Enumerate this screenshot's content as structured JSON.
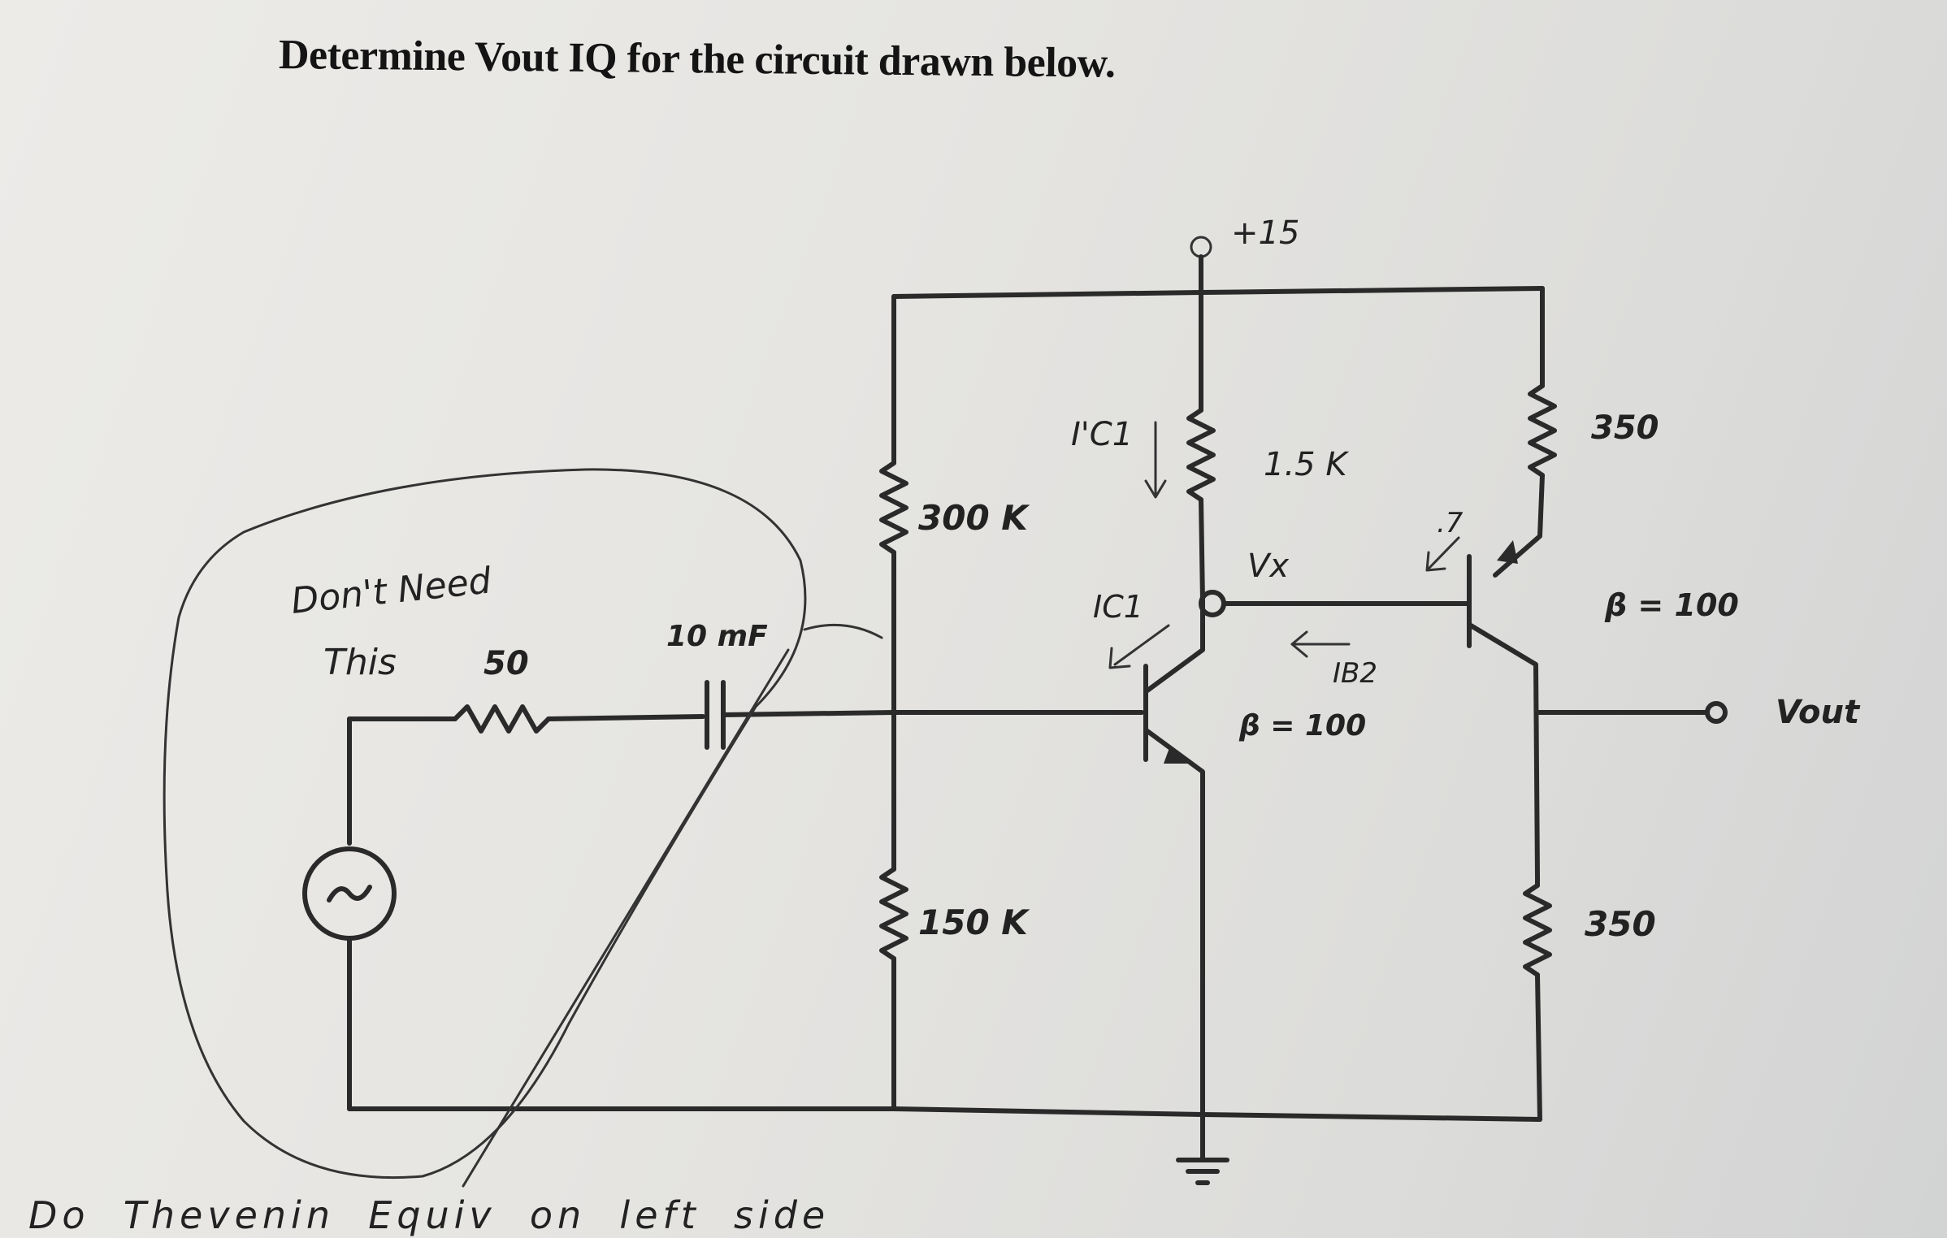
{
  "title": "Determine Vout IQ for the circuit drawn below.",
  "labels": {
    "supply": "+15",
    "r_base_top": "300 K",
    "r_base_bottom": "150 K",
    "r_collector1": "1.5 K",
    "r_collector2": "350",
    "r_emitter2": "350",
    "r_source": "50",
    "capacitor": "10 mF",
    "ic1_prime": "I'C1",
    "ic1": "IC1",
    "vx": "Vx",
    "ib2": "IB2",
    "beta1": "β = 100",
    "beta2": "β = 100",
    "q2_marker": ".7",
    "vout": "Vout"
  },
  "annotations": {
    "dont_need_line1": "Don't Need",
    "dont_need_line2": "This",
    "bottom_note": "Do  Thevenin  Equiv  on  left  side"
  },
  "colors": {
    "ink": "#2a2a2a",
    "paper": "#e8e7e4"
  }
}
